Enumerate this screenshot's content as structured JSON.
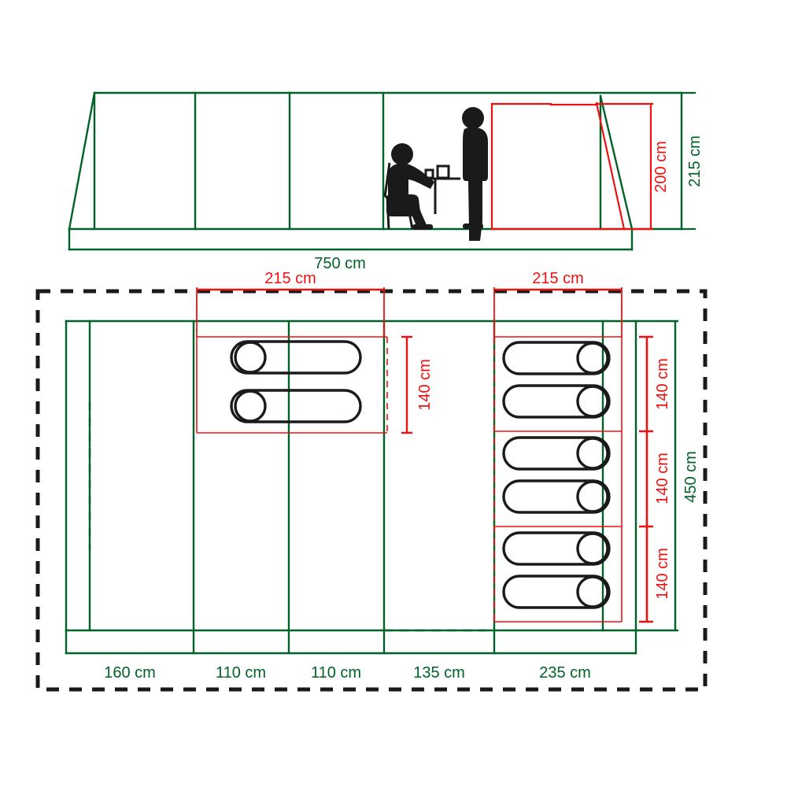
{
  "drawing": {
    "title": "Tent dimension drawing",
    "colors": {
      "green": "#006228",
      "red": "#ee1111",
      "black": "#1a1a1a"
    },
    "views": [
      {
        "id": "elevation",
        "name": "side-elevation-view"
      },
      {
        "id": "floorplan",
        "name": "floor-plan-view"
      }
    ]
  },
  "elevation": {
    "name": "side elevation",
    "dimensions": {
      "overall_length": "750 cm",
      "overall_height": "215 cm",
      "inner_height": "200 cm"
    },
    "figures": [
      {
        "name": "seated-person-at-table"
      },
      {
        "name": "standing-person"
      }
    ],
    "panels": 4
  },
  "floorplan": {
    "name": "floor plan",
    "width_segments": [
      "160 cm",
      "110 cm",
      "110 cm",
      "135 cm",
      "235 cm"
    ],
    "overall_depth": "450 cm",
    "bedroom_left": {
      "name": "left bedroom",
      "width": "215 cm",
      "depth": "140 cm",
      "sleeping_bags": 2
    },
    "bedroom_right": {
      "name": "right bedroom",
      "width": "215 cm",
      "depth_segments": [
        "140 cm",
        "140 cm",
        "140 cm"
      ],
      "sleeping_bags": 6
    }
  },
  "labels": {
    "len_750": "750 cm",
    "h_215": "215 cm",
    "h_200": "200 cm",
    "w_215_left": "215 cm",
    "w_215_right": "215 cm",
    "d_140_left": "140 cm",
    "d_140_r1": "140 cm",
    "d_140_r2": "140 cm",
    "d_140_r3": "140 cm",
    "d_450": "450 cm",
    "s_160": "160 cm",
    "s_110_a": "110 cm",
    "s_110_b": "110 cm",
    "s_135": "135 cm",
    "s_235": "235 cm"
  }
}
